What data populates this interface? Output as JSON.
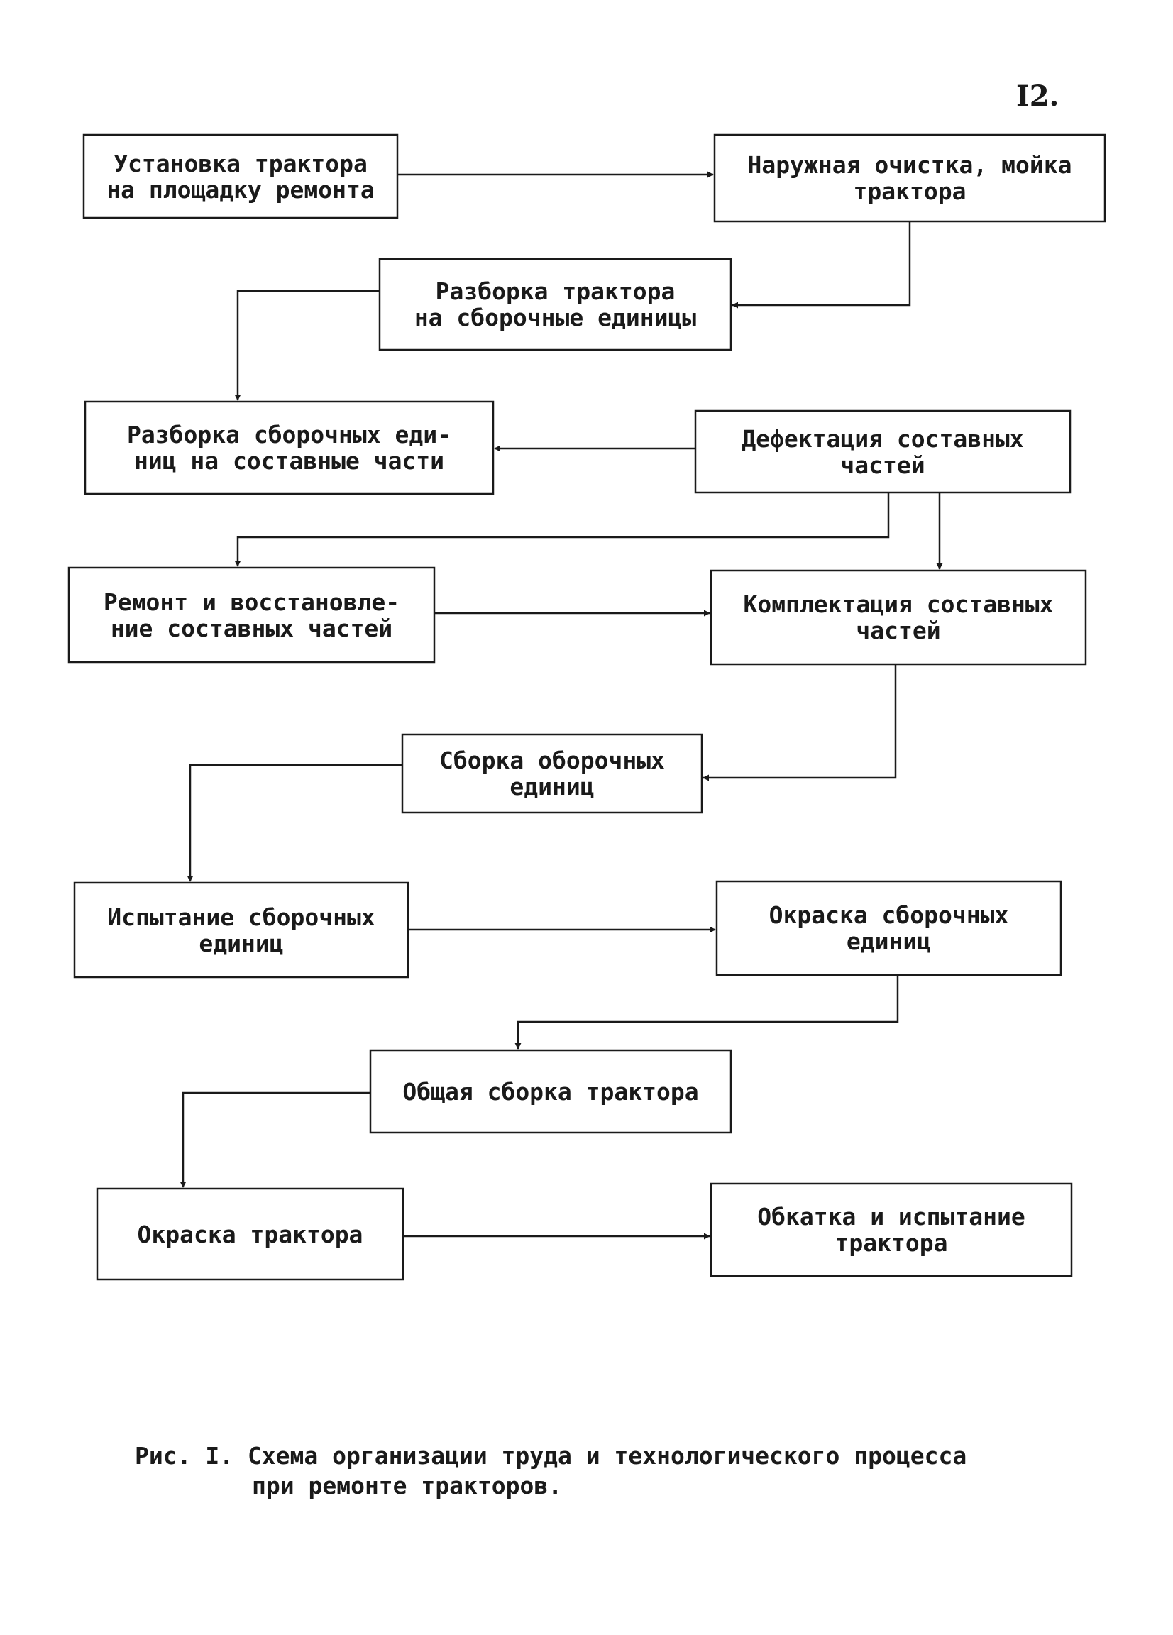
{
  "page_number": "I2.",
  "diagram": {
    "steps": {
      "install": "Установка трактора\nна площадку ремонта",
      "wash": "Наружная очистка, мойка\nтрактора",
      "disassemble_units": "Разборка трактора\nна сборочные единицы",
      "disassemble_parts": "Разборка сборочных еди-\nниц на составные части",
      "defect": "Дефектация составных\nчастей",
      "repair": "Ремонт и восстановле-\nние составных частей",
      "complete": "Комплектация составных\nчастей",
      "assemble_units": "Сборка оборочных\nединиц",
      "test_units": "Испытание сборочных\nединиц",
      "paint_units": "Окраска сборочных\nединиц",
      "general_assembly": "Общая сборка трактора",
      "paint_tractor": "Окраска трактора",
      "run_in": "Обкатка и испытание\nтрактора"
    },
    "arrows": [
      [
        "install",
        "wash"
      ],
      [
        "wash",
        "disassemble_units"
      ],
      [
        "disassemble_units",
        "disassemble_parts"
      ],
      [
        "defect",
        "disassemble_parts"
      ],
      [
        "defect",
        "repair"
      ],
      [
        "defect",
        "complete"
      ],
      [
        "repair",
        "complete"
      ],
      [
        "complete",
        "assemble_units"
      ],
      [
        "assemble_units",
        "test_units"
      ],
      [
        "test_units",
        "paint_units"
      ],
      [
        "paint_units",
        "general_assembly"
      ],
      [
        "general_assembly",
        "paint_tractor"
      ],
      [
        "paint_tractor",
        "run_in"
      ]
    ]
  },
  "caption": {
    "line1": "Рис. I. Схема организации труда и технологического процесса",
    "line2": "при ремонте тракторов."
  },
  "colors": {
    "ink": "#1a1a1a",
    "paper": "#ffffff"
  }
}
